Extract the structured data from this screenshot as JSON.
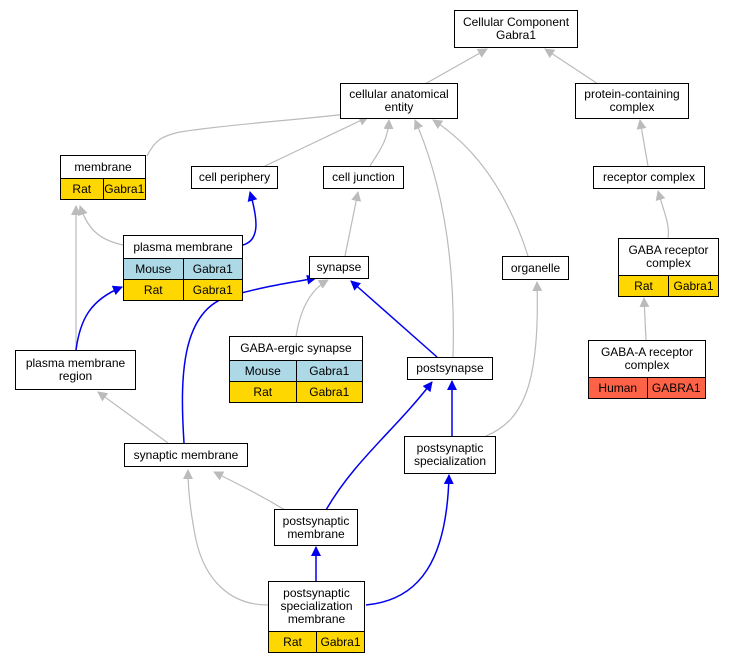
{
  "colors": {
    "is_a_edge": "#bbbbbb",
    "part_of_edge": "#0000ee",
    "rat": "#FFD700",
    "mouse": "#ADD8E6",
    "human": "#FF6347"
  },
  "nodes": {
    "root": {
      "label": "Cellular Component\nGabra1"
    },
    "cae": {
      "label": "cellular anatomical\nentity"
    },
    "pcc": {
      "label": "protein-containing\ncomplex"
    },
    "membrane": {
      "label": "membrane",
      "annotations": [
        [
          "Rat",
          "Gabra1"
        ]
      ]
    },
    "periphery": {
      "label": "cell periphery"
    },
    "junction": {
      "label": "cell junction"
    },
    "receptor": {
      "label": "receptor complex"
    },
    "pm": {
      "label": "plasma membrane",
      "annotations": [
        [
          "Mouse",
          "Gabra1"
        ],
        [
          "Rat",
          "Gabra1"
        ]
      ]
    },
    "synapse": {
      "label": "synapse"
    },
    "organelle": {
      "label": "organelle"
    },
    "gabarc": {
      "label": "GABA receptor\ncomplex",
      "annotations": [
        [
          "Rat",
          "Gabra1"
        ]
      ]
    },
    "pmr": {
      "label": "plasma membrane\nregion"
    },
    "gabasyn": {
      "label": "GABA-ergic synapse",
      "annotations": [
        [
          "Mouse",
          "Gabra1"
        ],
        [
          "Rat",
          "Gabra1"
        ]
      ]
    },
    "postsyn": {
      "label": "postsynapse"
    },
    "gabaa": {
      "label": "GABA-A receptor\ncomplex",
      "annotations": [
        [
          "Human",
          "GABRA1"
        ]
      ]
    },
    "synmem": {
      "label": "synaptic membrane"
    },
    "pss": {
      "label": "postsynaptic\nspecialization"
    },
    "psm": {
      "label": "postsynaptic\nmembrane"
    },
    "pssm": {
      "label": "postsynaptic\nspecialization\nmembrane",
      "annotations": [
        [
          "Rat",
          "Gabra1"
        ]
      ]
    }
  }
}
